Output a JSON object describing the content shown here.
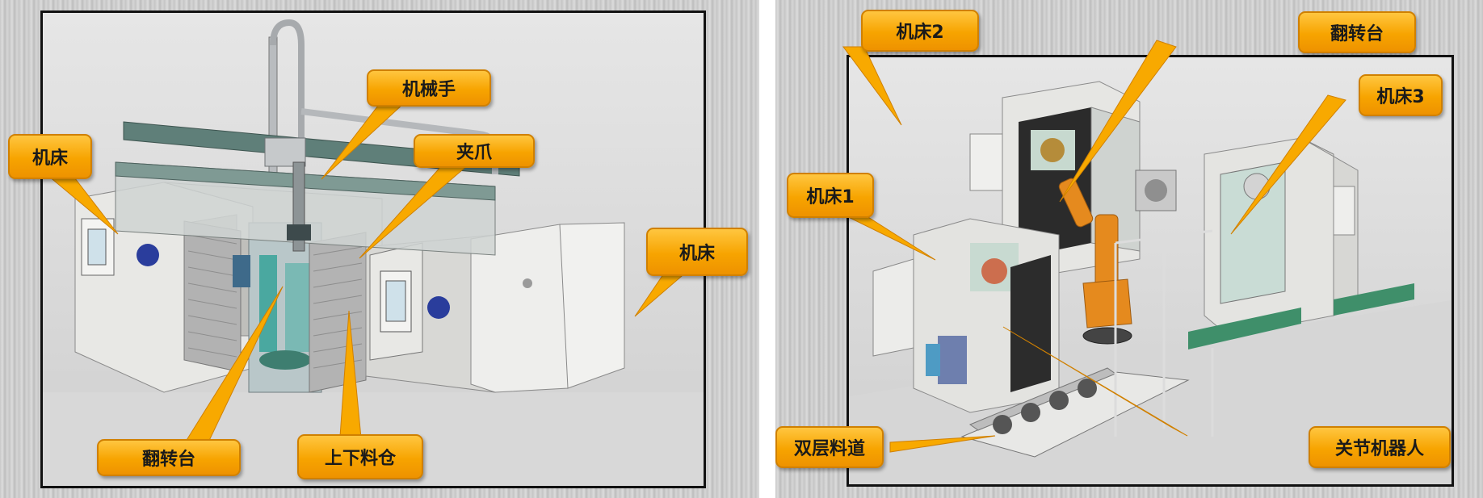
{
  "left_panel": {
    "labels": {
      "machine_left": "机床",
      "robot_arm": "机械手",
      "gripper": "夹爪",
      "machine_right": "机床",
      "flip_table": "翻转台",
      "loading_bin": "上下料仓"
    }
  },
  "right_panel": {
    "labels": {
      "machine2": "机床2",
      "flip_table": "翻转台",
      "machine3": "机床3",
      "machine1": "机床1",
      "double_conveyor": "双层料道",
      "articulated_robot": "关节机器人"
    }
  },
  "colors": {
    "callout": "#f7a400",
    "robot": "#e58a1e",
    "machine_body": "#e9e9e6",
    "accent_green": "#3f8f6a"
  }
}
